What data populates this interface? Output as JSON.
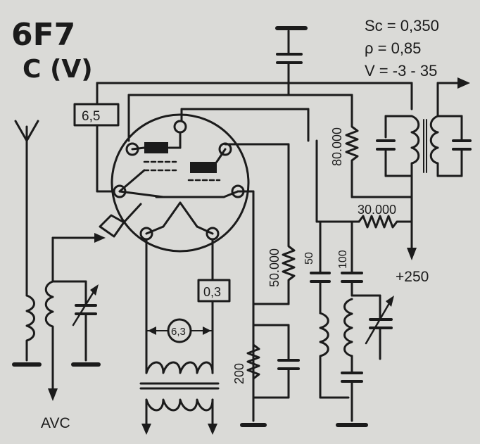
{
  "header": {
    "tube": "6F7",
    "tube_class": "C (V)"
  },
  "params": {
    "sc": "Sc = 0,350",
    "rho": "ρ = 0,85",
    "v": "V = -3 - 35"
  },
  "labels": {
    "r_6_5": "6,5",
    "r_0_3": "0,3",
    "heater_6_3": "6,3",
    "r_80000": "80.000",
    "r_30000": "30.000",
    "r_50000": "50.000",
    "c_50": "50",
    "c_100": "100",
    "r_200": "200",
    "supply": "+250",
    "avc": "AVC"
  },
  "colors": {
    "ink": "#1b1b1b",
    "paper": "#dadad7"
  }
}
